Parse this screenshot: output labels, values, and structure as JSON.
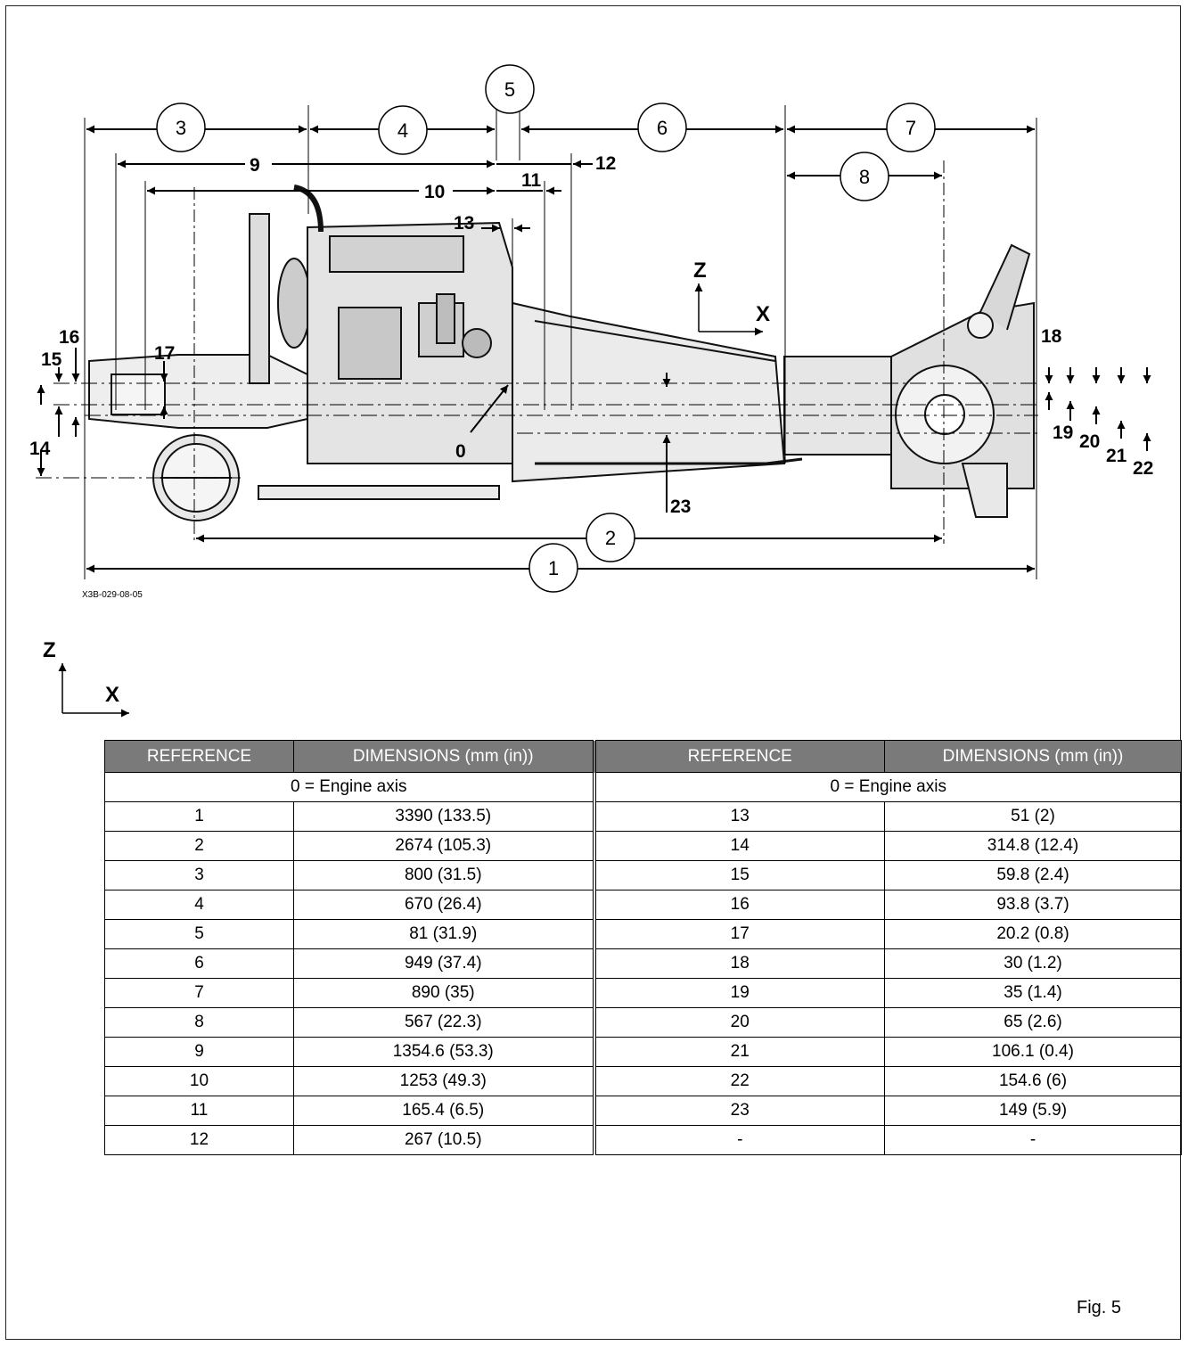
{
  "drawing": {
    "code": "X3B-029-08-05",
    "axis_z": "Z",
    "axis_x": "X",
    "callouts_circled": [
      "1",
      "2",
      "3",
      "4",
      "5",
      "6",
      "7",
      "8"
    ],
    "callouts_plain": [
      "0",
      "9",
      "10",
      "11",
      "12",
      "13",
      "14",
      "15",
      "16",
      "17",
      "18",
      "19",
      "20",
      "21",
      "22",
      "23"
    ]
  },
  "table": {
    "headers": [
      "REFERENCE",
      "DIMENSIONS (mm (in))",
      "REFERENCE",
      "DIMENSIONS (mm (in))"
    ],
    "axis_note_left": "0 = Engine axis",
    "axis_note_right": "0 = Engine axis",
    "rows": [
      [
        "1",
        "3390 (133.5)",
        "13",
        "51 (2)"
      ],
      [
        "2",
        "2674 (105.3)",
        "14",
        "314.8 (12.4)"
      ],
      [
        "3",
        "800 (31.5)",
        "15",
        "59.8 (2.4)"
      ],
      [
        "4",
        "670 (26.4)",
        "16",
        "93.8 (3.7)"
      ],
      [
        "5",
        "81 (31.9)",
        "17",
        "20.2 (0.8)"
      ],
      [
        "6",
        "949 (37.4)",
        "18",
        "30 (1.2)"
      ],
      [
        "7",
        "890 (35)",
        "19",
        "35 (1.4)"
      ],
      [
        "8",
        "567 (22.3)",
        "20",
        "65 (2.6)"
      ],
      [
        "9",
        "1354.6 (53.3)",
        "21",
        "106.1 (0.4)"
      ],
      [
        "10",
        "1253 (49.3)",
        "22",
        "154.6 (6)"
      ],
      [
        "11",
        "165.4 (6.5)",
        "23",
        "149 (5.9)"
      ],
      [
        "12",
        "267 (10.5)",
        "-",
        "-"
      ]
    ]
  },
  "figure_label": "Fig. 5"
}
